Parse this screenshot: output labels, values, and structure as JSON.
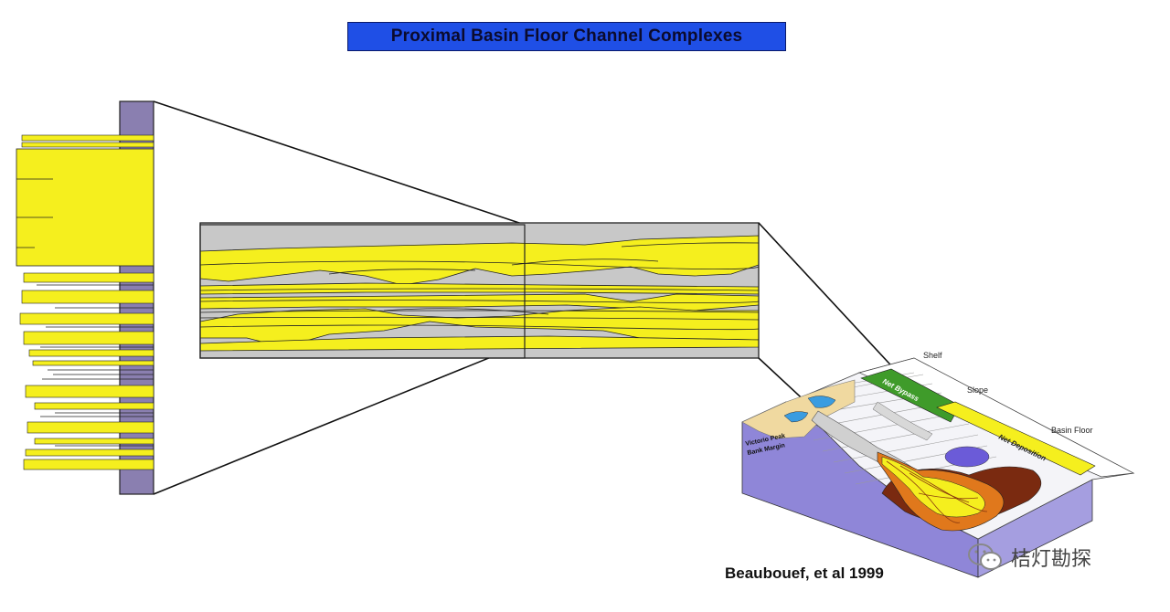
{
  "title": "Proximal Basin Floor Channel Complexes",
  "credit": "Beaubouef, et al 1999",
  "watermark": {
    "text": "桔灯勘探",
    "icon": "wechat-icon"
  },
  "block_labels": {
    "shelf": "Shelf",
    "slope": "Slope",
    "basin_floor": "Basin Floor",
    "net_bypass": "Net Bypass",
    "net_deposition": "Net Deposition",
    "margin_line1": "Victorio Peak",
    "margin_line2": "Bank Margin"
  },
  "colors": {
    "title_bg": "#1f4fe6",
    "sand": "#f5ef1e",
    "shale": "#c8c8c8",
    "log_track": "#8a7fb0",
    "block_side": "#8f86d8",
    "bypass_band": "#3f9b2a",
    "fan_orange": "#e0781c",
    "fan_brown": "#7a2a10"
  }
}
